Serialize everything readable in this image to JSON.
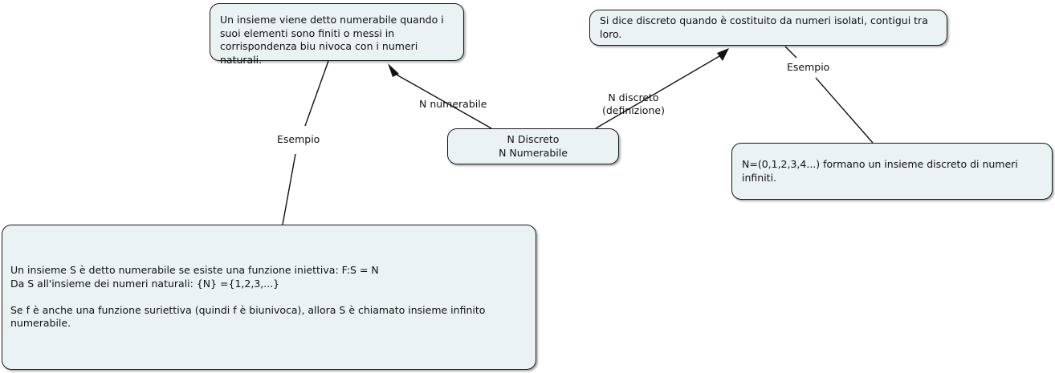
{
  "diagram": {
    "type": "concept-map",
    "background": "#ffffff",
    "node_fill": "#eaf2f4",
    "node_border": "#1a1a1a",
    "text_color": "#111111",
    "nodes": [
      {
        "id": "numerabile-def",
        "text": "Un insieme viene detto numerabile quando i suoi elementi sono finiti o messi in corrispondenza biu nivoca con i numeri naturali."
      },
      {
        "id": "discreto-def",
        "text": "Si dice discreto quando è costituito da numeri isolati, contigui tra loro."
      },
      {
        "id": "central",
        "text": "N Discreto\nN Numerabile"
      },
      {
        "id": "esempio-discreto",
        "text": "N=(0,1,2,3,4...) formano un insieme discreto di numeri infiniti."
      },
      {
        "id": "esempio-numerabile",
        "text": "Un insieme S è detto numerabile se esiste una funzione iniettiva: F:S = N\nDa S all'insieme dei numeri naturali: {N} ={1,2,3,...}\n\nSe f è anche una funzione suriettiva (quindi f è biunivoca), allora S è chiamato insieme infinito numerabile."
      }
    ],
    "edge_labels": [
      {
        "id": "n-numerabile",
        "text": "N numerabile"
      },
      {
        "id": "n-discreto",
        "text": "N discreto\n(definizione)"
      },
      {
        "id": "esempio-left",
        "text": "Esempio"
      },
      {
        "id": "esempio-right",
        "text": "Esempio"
      }
    ]
  }
}
